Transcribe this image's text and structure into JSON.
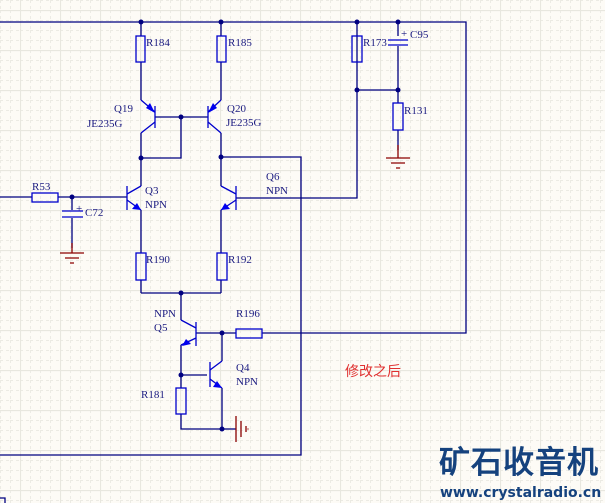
{
  "schematic": {
    "annotation": "修改之后",
    "watermark": {
      "title": "矿石收音机",
      "url": "www.crystalradio.cn"
    },
    "colors": {
      "background": "#fdfbf6",
      "wire": "#000080",
      "component": "#0000cc",
      "ground": "#8b0000",
      "label": "#1a1a80",
      "annotation": "#e03030",
      "watermark": "#15427e"
    },
    "components": {
      "R184": {
        "ref": "R184",
        "type": "resistor"
      },
      "R185": {
        "ref": "R185",
        "type": "resistor"
      },
      "R173": {
        "ref": "R173",
        "type": "resistor"
      },
      "C95": {
        "ref": "C95",
        "type": "electrolytic-capacitor",
        "polarity": "+"
      },
      "R131": {
        "ref": "R131",
        "type": "resistor"
      },
      "Q19": {
        "ref": "Q19",
        "part": "JE235G",
        "type": "pnp-transistor"
      },
      "Q20": {
        "ref": "Q20",
        "part": "JE235G",
        "type": "pnp-transistor"
      },
      "R53": {
        "ref": "R53",
        "type": "resistor"
      },
      "C72": {
        "ref": "C72",
        "type": "electrolytic-capacitor",
        "polarity": "+"
      },
      "Q3": {
        "ref": "Q3",
        "part": "NPN",
        "type": "npn-transistor"
      },
      "Q6": {
        "ref": "Q6",
        "part": "NPN",
        "type": "npn-transistor"
      },
      "R190": {
        "ref": "R190",
        "type": "resistor"
      },
      "R192": {
        "ref": "R192",
        "type": "resistor"
      },
      "Q5": {
        "ref": "Q5",
        "part": "NPN",
        "type": "npn-transistor"
      },
      "R196": {
        "ref": "R196",
        "type": "resistor"
      },
      "Q4": {
        "ref": "Q4",
        "part": "NPN",
        "type": "npn-transistor"
      },
      "R181": {
        "ref": "R181",
        "type": "resistor"
      }
    }
  }
}
